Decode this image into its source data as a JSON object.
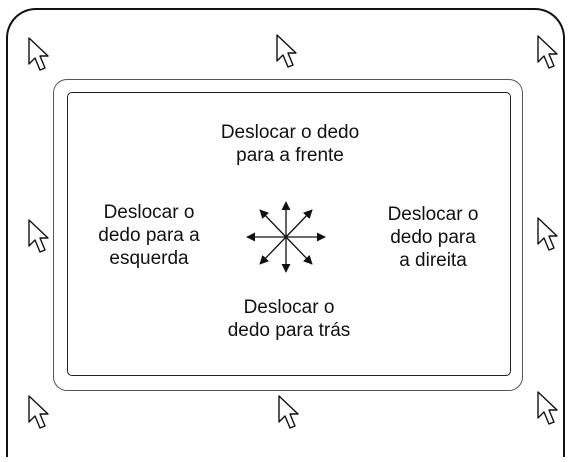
{
  "labels": {
    "forward": "Deslocar o dedo\npara a frente",
    "left": "Deslocar o\ndedo para a\nesquerda",
    "right": "Deslocar o\ndedo para\na direita",
    "back": "Deslocar o\ndedo para trás"
  },
  "icons": {
    "cursor": "mouse-pointer-icon",
    "center": "eight-direction-arrows-icon"
  }
}
